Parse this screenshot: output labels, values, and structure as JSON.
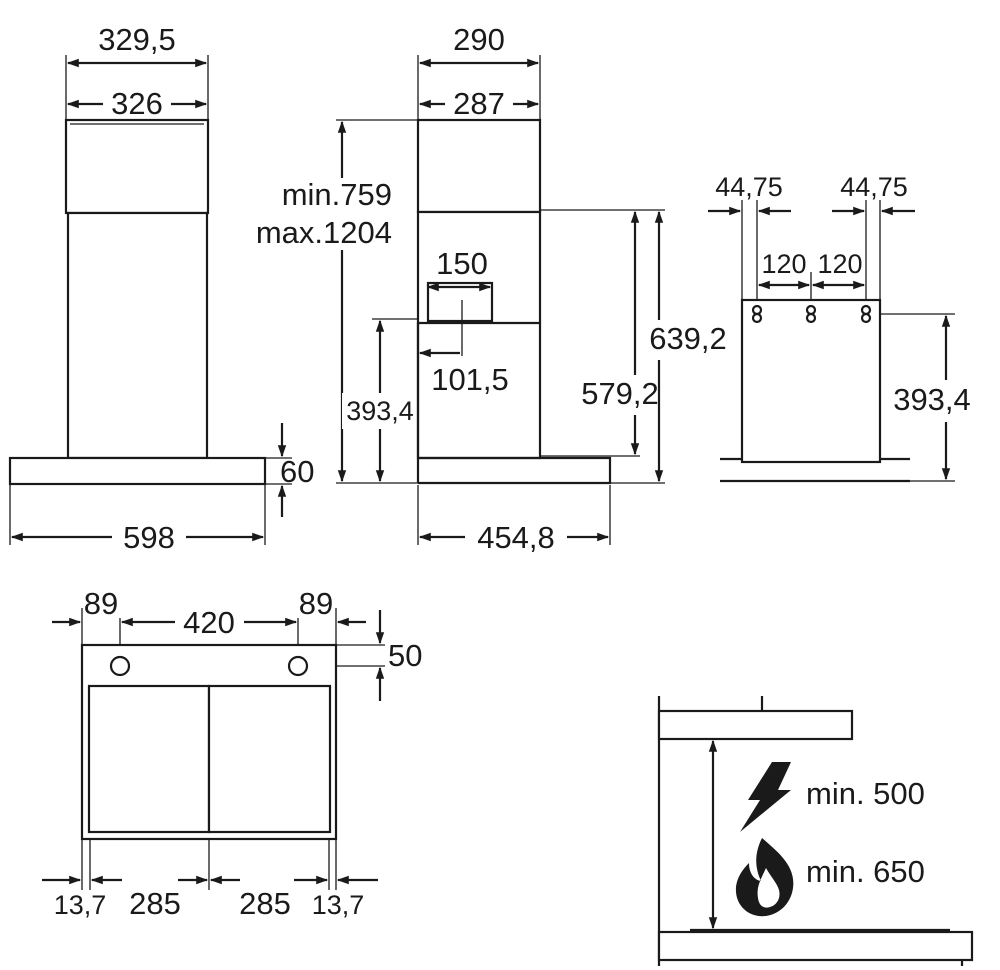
{
  "front_view": {
    "chimney_outer_width": "329,5",
    "chimney_inner_width": "326",
    "canopy_width": "598",
    "canopy_height": "60"
  },
  "side_view": {
    "chimney_outer_depth": "290",
    "chimney_inner_depth": "287",
    "height_min": "min.759",
    "height_max": "max.1204",
    "outlet_width": "150",
    "outlet_offset": "101,5",
    "lower_height": "393,4",
    "height_579": "579,2",
    "height_639": "639,2",
    "canopy_depth": "454,8"
  },
  "bracket_view": {
    "left_offset": "44,75",
    "right_offset": "44,75",
    "hole_spacing_left": "120",
    "hole_spacing_right": "120",
    "height": "393,4"
  },
  "top_view": {
    "left_margin": "89",
    "hole_spacing": "420",
    "right_margin": "89",
    "hole_offset": "50",
    "edge_left": "13,7",
    "filter_left": "285",
    "filter_right": "285",
    "edge_right": "13,7"
  },
  "clearance": {
    "electric_label": "min. 500",
    "gas_label": "min. 650",
    "electric_icon": "lightning-bolt-icon",
    "gas_icon": "flame-icon"
  }
}
